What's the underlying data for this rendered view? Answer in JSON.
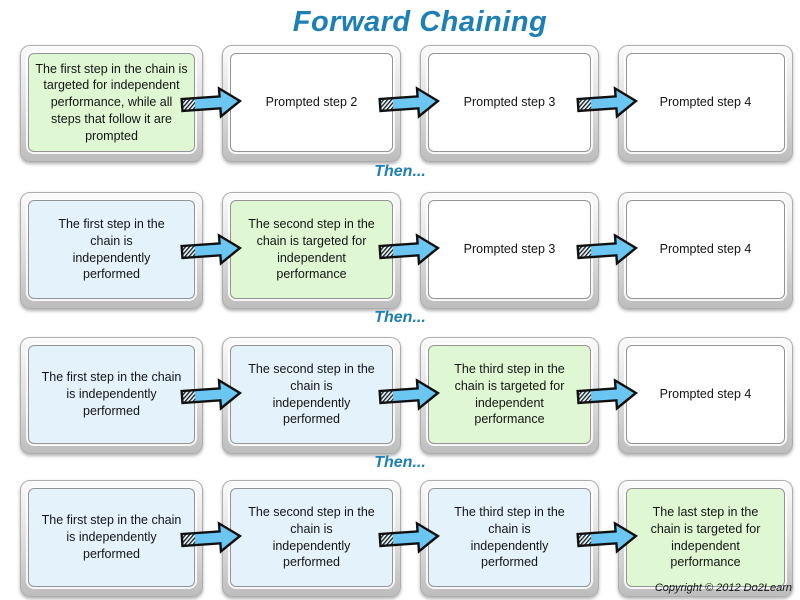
{
  "title": "Forward Chaining",
  "then_label": "Then...",
  "copyright": "Copyright © 2012 Do2Learn",
  "palette": {
    "title_blue": "#1c80b5",
    "arrow_blue": "#6cc6f2",
    "green": "#dff8d3",
    "blue": "#e4f2fb",
    "white": "#ffffff"
  },
  "rows": [
    {
      "boxes": [
        {
          "text": "The first step in the chain is\ntargeted for independent\nperformance, while all\nsteps that follow it are\nprompted",
          "fill": "green"
        },
        {
          "text": "Prompted step 2",
          "fill": "white"
        },
        {
          "text": "Prompted step 3",
          "fill": "white"
        },
        {
          "text": "Prompted step 4",
          "fill": "white"
        }
      ]
    },
    {
      "boxes": [
        {
          "text": "The first step in the\nchain is\nindependently\nperformed",
          "fill": "blue"
        },
        {
          "text": "The second step in the\nchain is targeted for\nindependent\nperformance",
          "fill": "green"
        },
        {
          "text": "Prompted step 3",
          "fill": "white"
        },
        {
          "text": "Prompted step 4",
          "fill": "white"
        }
      ]
    },
    {
      "boxes": [
        {
          "text": "The first step in the chain\nis  independently\nperformed",
          "fill": "blue"
        },
        {
          "text": "The second step in the\nchain is\nindependently\nperformed",
          "fill": "blue"
        },
        {
          "text": "The third step in the\nchain is targeted for\nindependent\nperformance",
          "fill": "green"
        },
        {
          "text": "Prompted step 4",
          "fill": "white"
        }
      ]
    },
    {
      "boxes": [
        {
          "text": "The first step in the chain\nis  independently\nperformed",
          "fill": "blue"
        },
        {
          "text": "The second step in the\nchain is\nindependently\nperformed",
          "fill": "blue"
        },
        {
          "text": "The third step in the\nchain is\nindependently\nperformed",
          "fill": "blue"
        },
        {
          "text": "The last step in the\nchain is targeted for\nindependent\nperformance",
          "fill": "green"
        }
      ]
    }
  ]
}
